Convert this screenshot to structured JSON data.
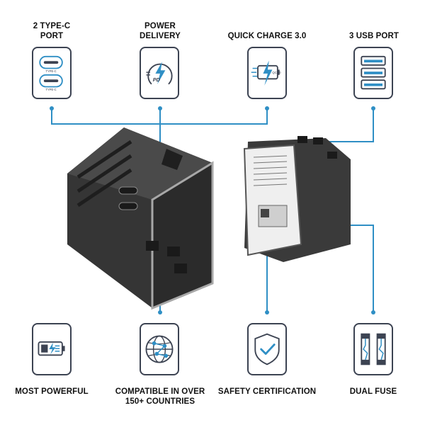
{
  "features": {
    "type_c": {
      "line1": "2 TYPE-C",
      "line2": "PORT",
      "icon_text_1": "TYPE-C",
      "icon_text_2": "TYPE-C",
      "icon": "usb-type-c-port-icon"
    },
    "power_delivery": {
      "line1": "POWER",
      "line2": "DELIVERY",
      "icon_text": "PD",
      "icon": "power-delivery-icon"
    },
    "quick_charge": {
      "line1": "QUICK CHARGE 3.0",
      "icon_text": "QC3.0",
      "icon": "quick-charge-icon"
    },
    "usb_port": {
      "line1": "3 USB PORT",
      "icon": "usb-a-port-icon"
    },
    "most_powerful": {
      "line1": "MOST POWERFUL",
      "icon": "battery-icon"
    },
    "compatible": {
      "line1": "COMPATIBLE IN OVER",
      "line2": "150+ COUNTRIES",
      "icon": "globe-icon"
    },
    "safety": {
      "line1": "SAFETY CERTIFICATION",
      "icon": "shield-check-icon"
    },
    "dual_fuse": {
      "line1": "DUAL FUSE",
      "icon": "fuse-icon"
    }
  },
  "colors": {
    "accent": "#2f8fc5",
    "icon_outline": "#3c4352",
    "device_body": "#3a3a3a",
    "device_rim": "#9a9a9a"
  }
}
